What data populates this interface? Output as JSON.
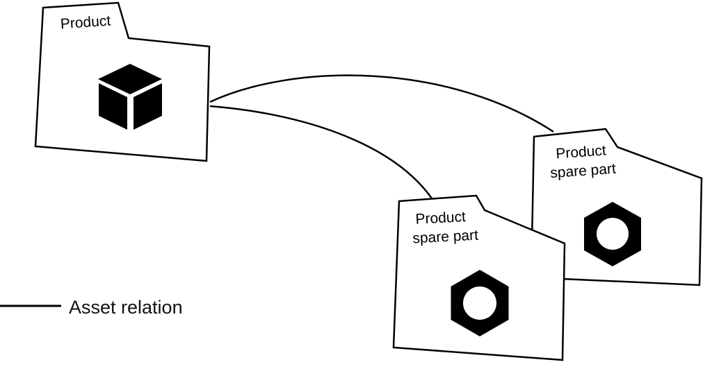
{
  "diagram": {
    "colors": {
      "stroke": "#000000",
      "folder_fill": "#ffffff",
      "icon_fill": "#000000",
      "background": "#ffffff"
    },
    "folders": [
      {
        "id": "product",
        "label_line1": "Product",
        "label_line2": "",
        "icon": "cube-icon"
      },
      {
        "id": "product-spare-part-right",
        "label_line1": "Product",
        "label_line2": "spare part",
        "icon": "nut-icon"
      },
      {
        "id": "product-spare-part-middle",
        "label_line1": "Product",
        "label_line2": "spare part",
        "icon": "nut-icon"
      }
    ],
    "relations": [
      {
        "from": "product",
        "to": "product-spare-part-right"
      },
      {
        "from": "product",
        "to": "product-spare-part-middle"
      }
    ],
    "legend": {
      "label": "Asset relation"
    }
  }
}
